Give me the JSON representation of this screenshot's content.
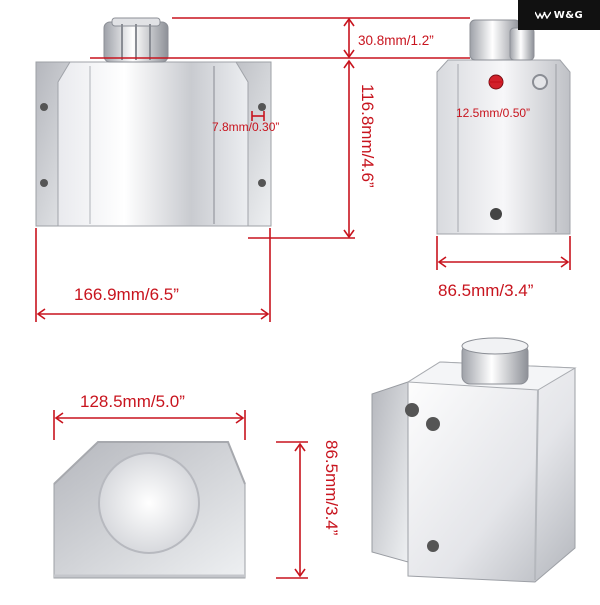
{
  "brand": {
    "logo_text": "W&G",
    "logo_icon": "wing-mark-icon"
  },
  "dimensions": {
    "cap_height": "30.8mm/1.2”",
    "tank_height": "116.8mm/4.6”",
    "wall_thickness": "7.8mm/0.30”",
    "port_diameter": "12.5mm/0.50”",
    "side_width": "86.5mm/3.4”",
    "overall_length": "166.9mm/6.5”",
    "bottom_width": "128.5mm/5.0”",
    "bottom_height": "86.5mm/3.4”"
  },
  "colors": {
    "dimension": "#c8141e",
    "metal_light": "#f4f4f6",
    "metal_dark": "#a8aab0"
  }
}
